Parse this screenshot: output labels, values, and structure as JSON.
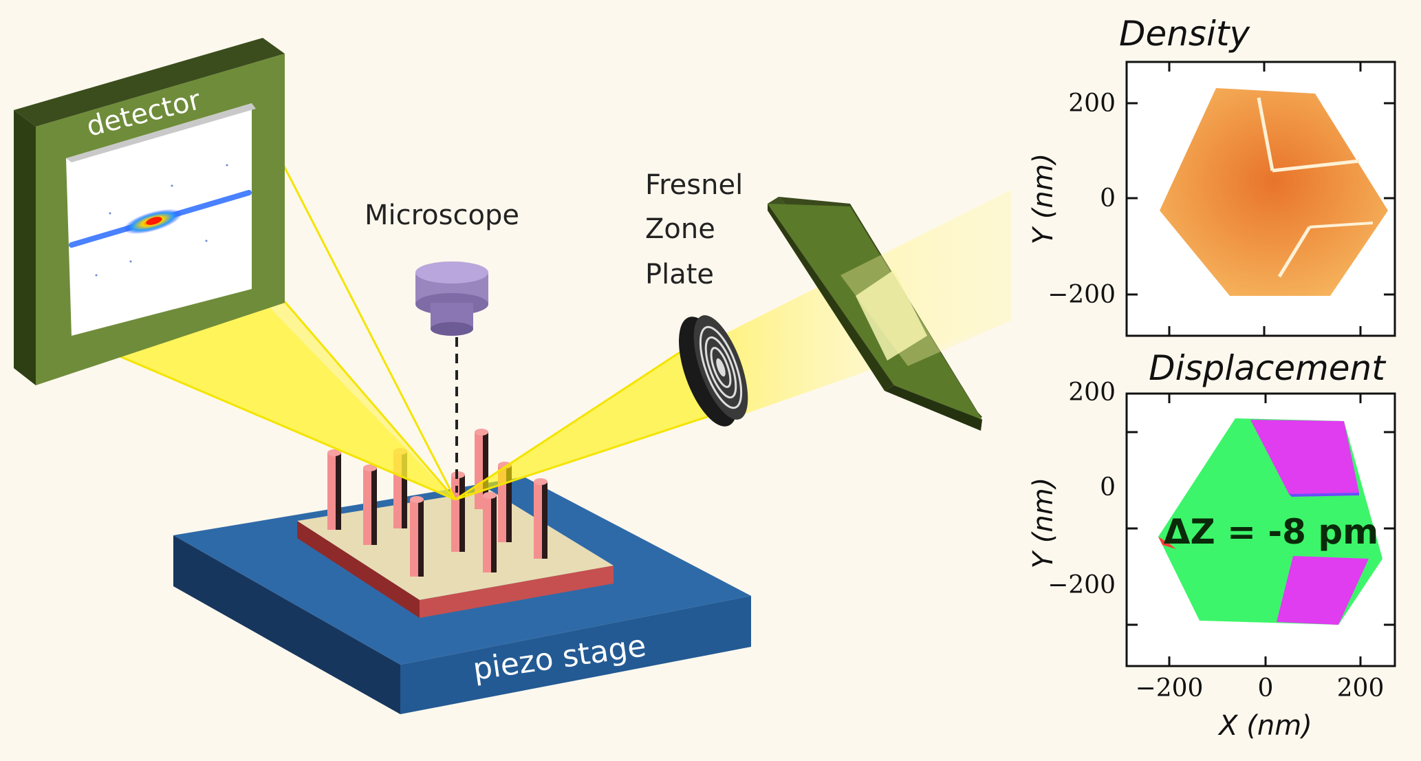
{
  "labels": {
    "detector": "detector",
    "microscope": "Microscope",
    "fzp_line1": "Fresnel",
    "fzp_line2": "Zone",
    "fzp_line3": "Plate",
    "piezo": "piezo stage"
  },
  "density_panel": {
    "title": "Density",
    "ylabel": "Y (nm)",
    "yticks": [
      "200",
      "0",
      "−200"
    ]
  },
  "displacement_panel": {
    "title": "Displacement",
    "ylabel": "Y (nm)",
    "xlabel": "X (nm)",
    "yticks": [
      "200",
      "0",
      "−200"
    ],
    "xticks": [
      "−200",
      "0",
      "200"
    ],
    "annotation": "ΔZ = -8 pm"
  },
  "colors": {
    "background": "#fdf8ee",
    "detector_frame": "#6f8c3a",
    "beam": "#fff200",
    "stage": "#1f4f86",
    "pillar": "#f08a8a",
    "density": "#f1a24a",
    "displacement_green": "#3df56a",
    "displacement_magenta": "#e03cf0"
  }
}
